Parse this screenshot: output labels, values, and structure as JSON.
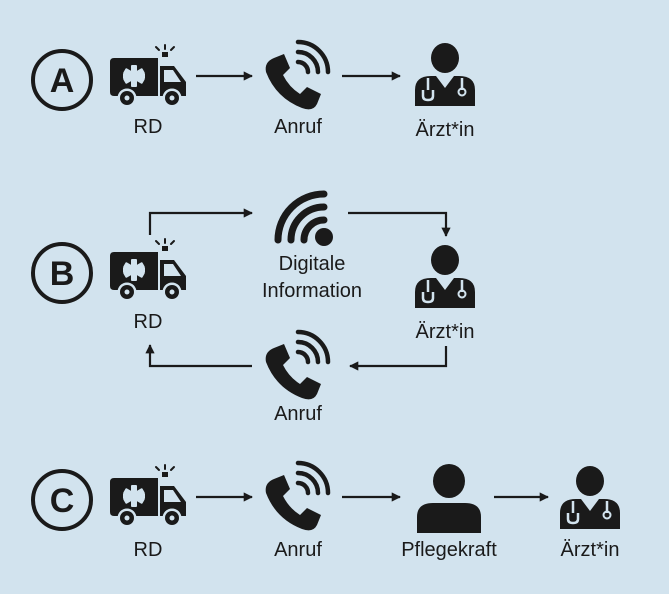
{
  "rows": [
    {
      "letter": "A",
      "labels": {
        "ambulance": "RD",
        "call": "Anruf",
        "doctor": "Ärzt*in"
      }
    },
    {
      "letter": "B",
      "labels": {
        "ambulance": "RD",
        "digital_line1": "Digitale",
        "digital_line2": "Information",
        "doctor": "Ärzt*in",
        "call": "Anruf"
      }
    },
    {
      "letter": "C",
      "labels": {
        "ambulance": "RD",
        "call": "Anruf",
        "nurse": "Pflegekraft",
        "doctor": "Ärzt*in"
      }
    }
  ],
  "colors": {
    "background": "#d2e3ee",
    "ink": "#1a1a1a"
  },
  "icons": [
    "ambulance-icon",
    "phone-icon",
    "wifi-signal-icon",
    "doctor-icon",
    "nurse-icon",
    "arrow-icon"
  ]
}
